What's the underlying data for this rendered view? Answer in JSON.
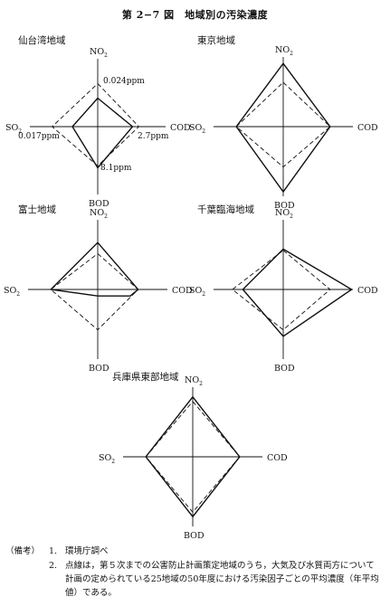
{
  "title": "第 2−7 図　地域別の汚染濃度",
  "chart_data": [
    {
      "type": "radar",
      "region": "仙台湾地域",
      "axes": [
        "NO2",
        "COD",
        "BOD",
        "SO2"
      ],
      "regional": [
        0.45,
        0.55,
        0.65,
        0.4
      ],
      "average": [
        0.68,
        0.65,
        0.62,
        0.72
      ],
      "annotations": {
        "NO2": "0.024ppm",
        "COD": "2.7ppm",
        "BOD": "8.1ppm",
        "SO2": "0.017ppm"
      }
    },
    {
      "type": "radar",
      "region": "東京地域",
      "axes": [
        "NO2",
        "COD",
        "BOD",
        "SO2"
      ],
      "regional": [
        0.97,
        0.72,
        1.0,
        0.72
      ],
      "average": [
        0.68,
        0.72,
        0.62,
        0.72
      ]
    },
    {
      "type": "radar",
      "region": "富士地域",
      "axes": [
        "NO2",
        "COD",
        "BOD",
        "SO2"
      ],
      "regional": [
        0.72,
        0.62,
        0.1,
        0.72
      ],
      "regional_extra": {
        "lower_right": [
          0.5,
          -0.1
        ]
      },
      "average": [
        0.55,
        0.62,
        0.62,
        0.72
      ]
    },
    {
      "type": "radar",
      "region": "千葉臨海地域",
      "axes": [
        "NO2",
        "COD",
        "BOD",
        "SO2"
      ],
      "regional": [
        0.62,
        1.05,
        0.72,
        0.62
      ],
      "average": [
        0.6,
        0.72,
        0.62,
        0.78
      ]
    },
    {
      "type": "radar",
      "region": "兵庫県東部地域",
      "axes": [
        "NO2",
        "COD",
        "BOD",
        "SO2"
      ],
      "regional": [
        0.92,
        0.72,
        0.92,
        0.72
      ],
      "average": [
        0.85,
        0.72,
        0.85,
        0.72
      ]
    }
  ],
  "notes": {
    "header": "（備考）",
    "items": [
      {
        "num": "1.",
        "text": "環境庁調べ"
      },
      {
        "num": "2.",
        "text": "点線は，第５次までの公害防止計画策定地域のうち，大気及び水質両方について計画の定められている25地域の50年度における汚染因子ごとの平均濃度（年平均値）である。"
      }
    ]
  },
  "axis_labels": {
    "top": "NO2",
    "right": "COD",
    "bottom": "BOD",
    "left": "SO2"
  }
}
